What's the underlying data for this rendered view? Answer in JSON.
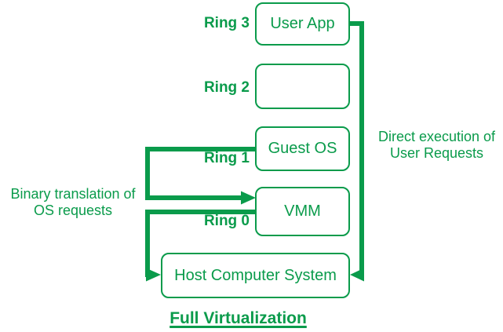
{
  "colors": {
    "green": "#0a9b4b",
    "background": "#ffffff"
  },
  "rings": [
    {
      "label": "Ring 3",
      "box_label": "User App"
    },
    {
      "label": "Ring 2",
      "box_label": ""
    },
    {
      "label": "Ring 1",
      "box_label": "Guest OS"
    },
    {
      "label": "Ring 0",
      "box_label": "VMM"
    }
  ],
  "host": {
    "label": "Host Computer System"
  },
  "annotations": {
    "binary_translation": {
      "line1": "Binary translation of",
      "line2": "OS requests"
    },
    "direct_execution": {
      "line1": "Direct execution of",
      "line2": "User Requests"
    }
  },
  "title": "Full Virtualization"
}
